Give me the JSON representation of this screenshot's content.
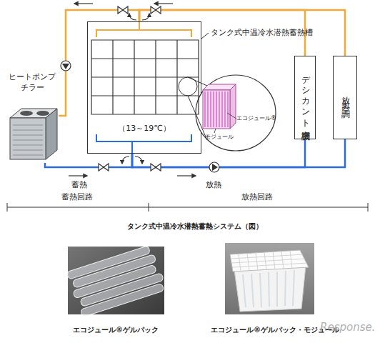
{
  "diagram": {
    "caption": "タンク式中温冷水潜熱蓄熱システム（図）",
    "nodes": [
      {
        "text": [
          "ヒートポンプ チラー"
        ]
      },
      {
        "text": [
          "タンク式中温冷水潜熱蓄熱槽",
          "（13～19℃）"
        ]
      },
      {
        "text": [
          "エコジュール®",
          "モジュール"
        ]
      },
      {
        "text": [
          "デシカント空調機"
        ]
      },
      {
        "text": [
          "放射空調"
        ]
      }
    ],
    "edges": [
      {
        "from": 0,
        "to": 1,
        "arrow": "none"
      },
      {
        "from": 0,
        "to": 1,
        "arrow": "none"
      },
      {
        "from": 1,
        "to": 3,
        "arrow": "none"
      },
      {
        "from": 1,
        "to": 4,
        "arrow": "none"
      },
      {
        "from": 1,
        "to": 3,
        "arrow": "none"
      },
      {
        "from": 1,
        "to": 4,
        "arrow": "none"
      }
    ],
    "labels": [
      "蓄熱",
      "放熱",
      "蓄熱回路",
      "放熱回路",
      "エコジュール®ゲルパック",
      "エコジュール®ゲルパック・モジュール",
      "Response."
    ]
  }
}
